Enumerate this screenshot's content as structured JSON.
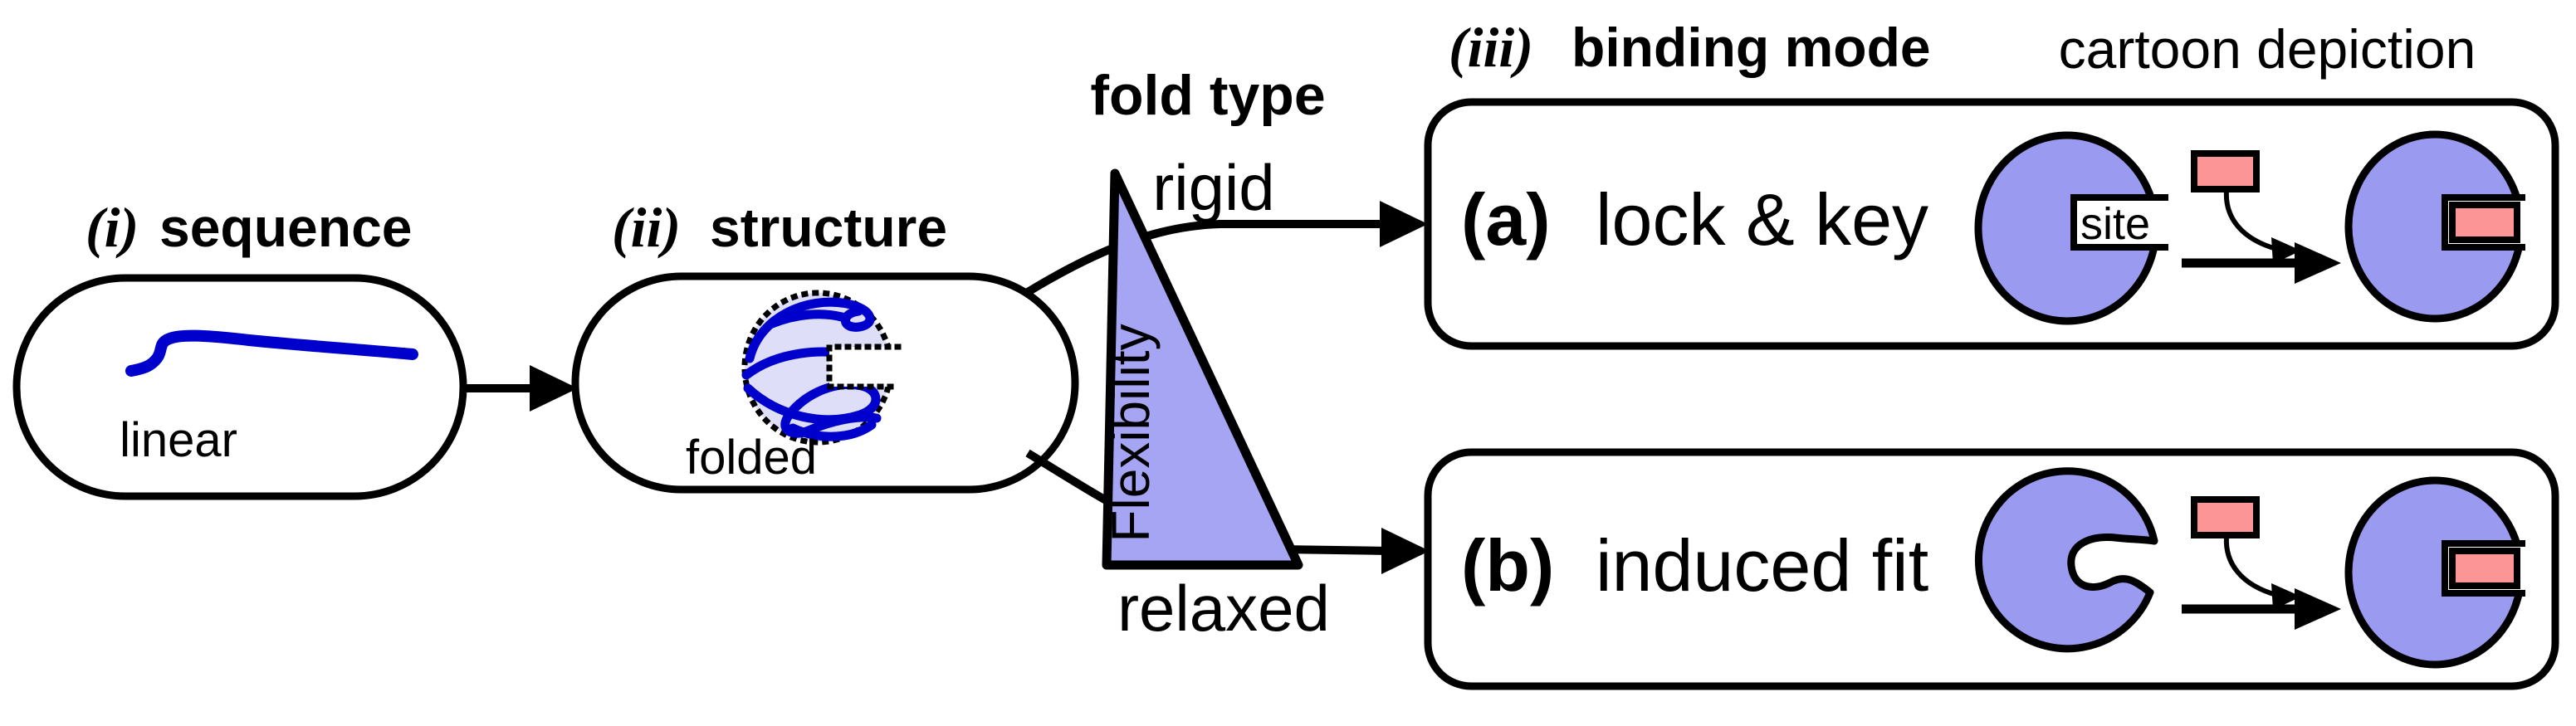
{
  "figure": {
    "steps": {
      "sequence": {
        "prefix": "(i)",
        "label": "sequence",
        "caption": "linear"
      },
      "structure": {
        "prefix": "(ii)",
        "label": "structure",
        "caption": "folded"
      },
      "binding": {
        "prefix": "(iii)",
        "label": "binding mode",
        "subtitle": "cartoon depiction"
      }
    },
    "flexibility": {
      "title": "fold type",
      "axis_label": "Flexibility",
      "high_end": "rigid",
      "low_end": "relaxed"
    },
    "modes": [
      {
        "prefix": "(a)",
        "label": "lock & key",
        "site_label": "site"
      },
      {
        "prefix": "(b)",
        "label": "induced fit"
      }
    ],
    "colors": {
      "blue_text": "#3535ee",
      "chain_blue": "#0000cd",
      "protein_fill": "#9a9af0",
      "triangle_fill": "#a5a5f3",
      "ligand_fill": "#fc9595",
      "folded_bg": "#dedef8",
      "outline": "#000000",
      "background": "#ffffff"
    }
  }
}
